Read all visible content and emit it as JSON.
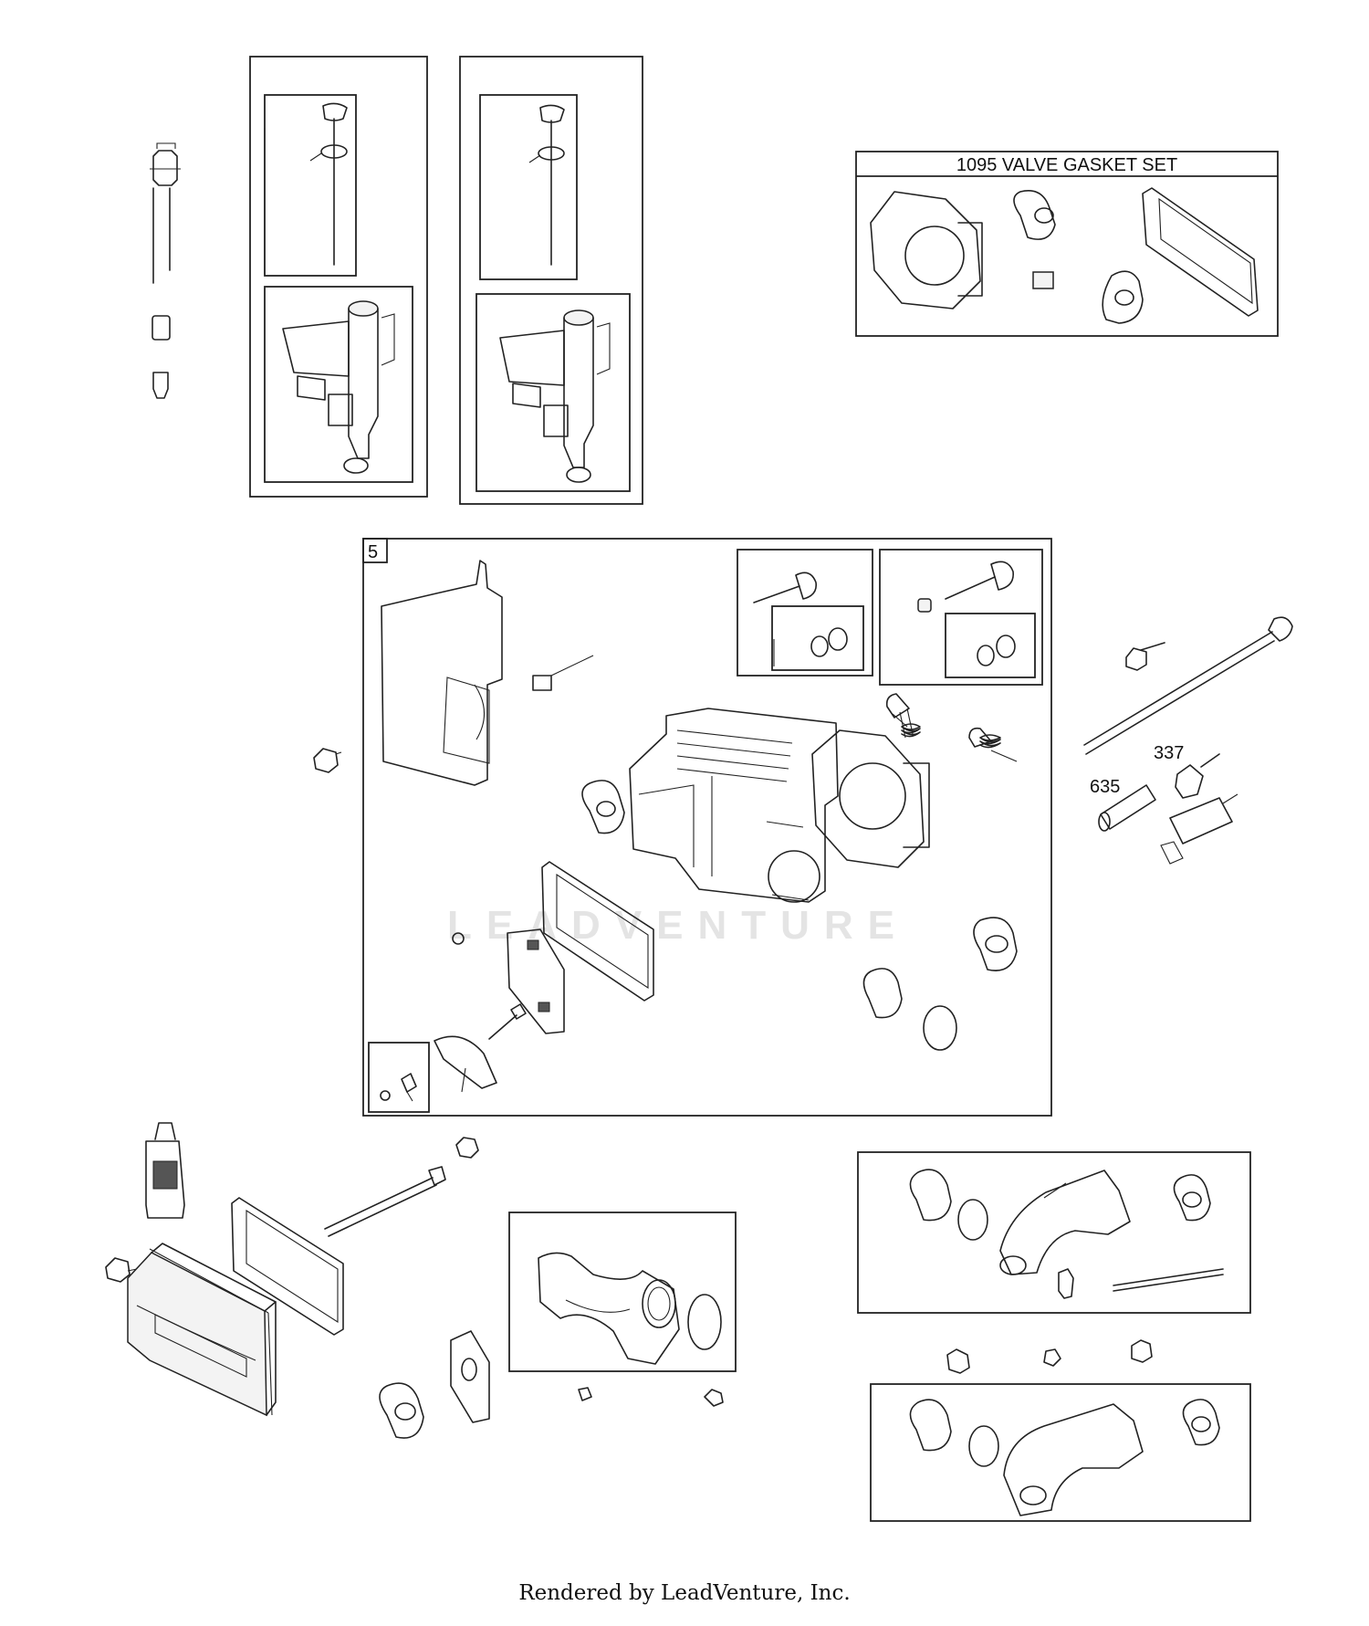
{
  "watermark": "LEADVENTURE",
  "labels": {
    "valve_gasket_set": "1095 VALVE GASKET SET",
    "head_assembly_ref": "5",
    "part_337": "337",
    "part_635": "635"
  },
  "footer": "Rendered by LeadVenture, Inc."
}
